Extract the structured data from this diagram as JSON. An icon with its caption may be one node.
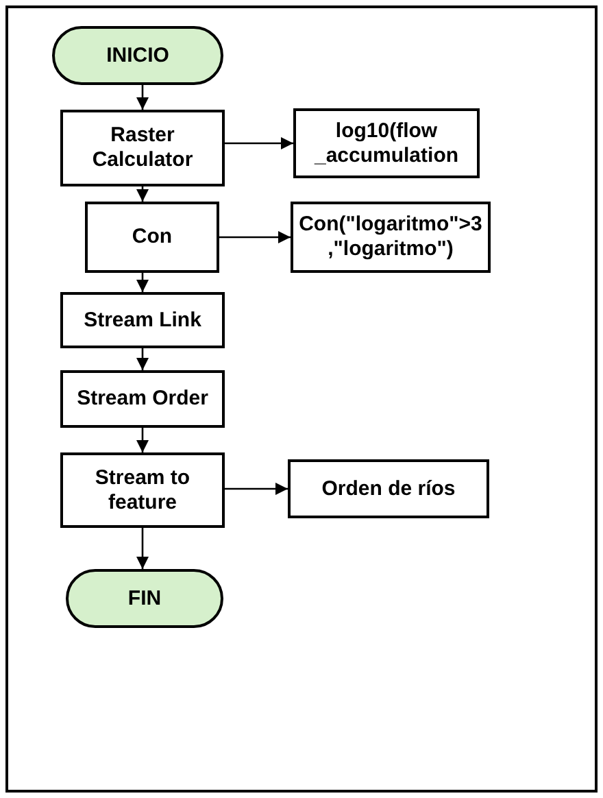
{
  "diagram": {
    "nodes": [
      {
        "text": [
          "INICIO"
        ]
      },
      {
        "text": [
          "Raster Calculator"
        ]
      },
      {
        "text": [
          "log10(flow _accumulation"
        ]
      },
      {
        "text": [
          "Con"
        ]
      },
      {
        "text": [
          "Con(\"logaritmo\">3 ,\"logaritmo\")"
        ]
      },
      {
        "text": [
          "Stream Link"
        ]
      },
      {
        "text": [
          "Stream Order"
        ]
      },
      {
        "text": [
          "Stream to feature"
        ]
      },
      {
        "text": [
          "Orden de ríos"
        ]
      },
      {
        "text": [
          "FIN"
        ]
      }
    ],
    "edges": [
      {
        "from": 0,
        "to": 1,
        "arrow": "to"
      },
      {
        "from": 1,
        "to": 2,
        "arrow": "to"
      },
      {
        "from": 1,
        "to": 3,
        "arrow": "to"
      },
      {
        "from": 3,
        "to": 4,
        "arrow": "to"
      },
      {
        "from": 3,
        "to": 5,
        "arrow": "to"
      },
      {
        "from": 5,
        "to": 6,
        "arrow": "to"
      },
      {
        "from": 6,
        "to": 7,
        "arrow": "to"
      },
      {
        "from": 7,
        "to": 8,
        "arrow": "to"
      },
      {
        "from": 7,
        "to": 9,
        "arrow": "to"
      }
    ]
  }
}
